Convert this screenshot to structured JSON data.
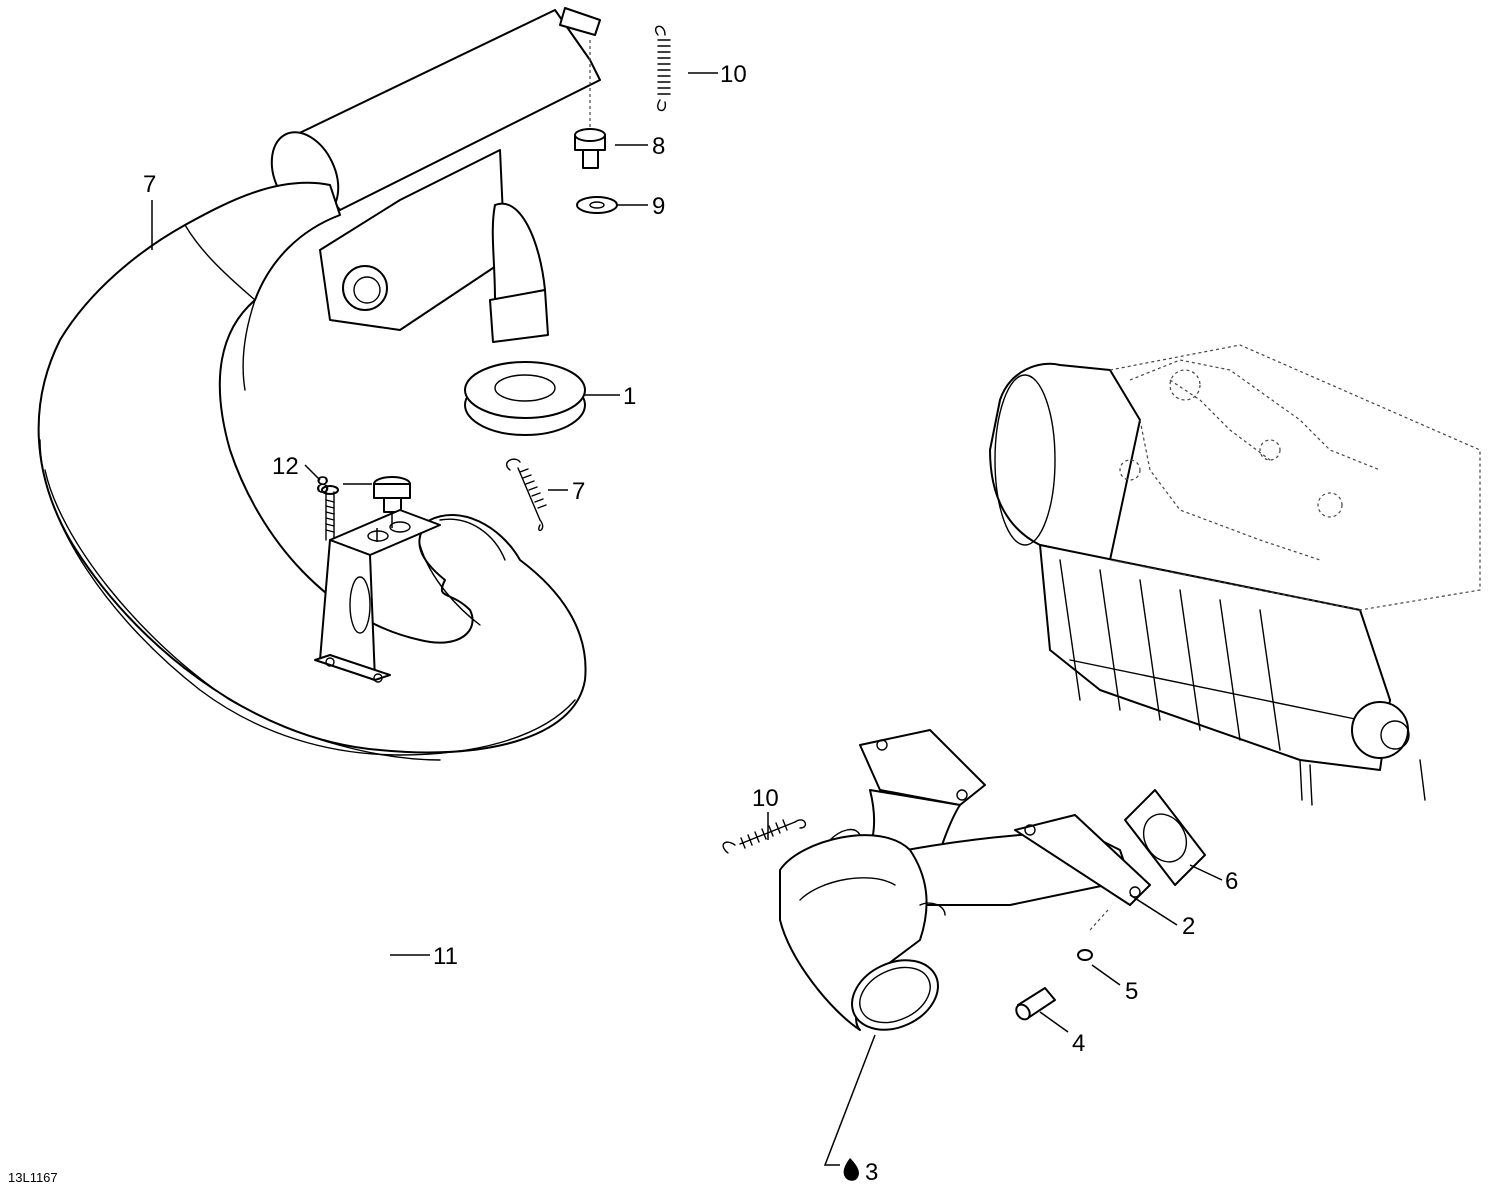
{
  "diagram": {
    "code": "13L1167",
    "callouts": [
      {
        "id": "c10a",
        "text": "10"
      },
      {
        "id": "c8a",
        "text": "8"
      },
      {
        "id": "c9",
        "text": "9"
      },
      {
        "id": "c7a",
        "text": "7"
      },
      {
        "id": "c1",
        "text": "1"
      },
      {
        "id": "c7b",
        "text": "7"
      },
      {
        "id": "c8b",
        "text": "8"
      },
      {
        "id": "c12",
        "text": "12"
      },
      {
        "id": "c11",
        "text": "11"
      },
      {
        "id": "c10b",
        "text": "10"
      },
      {
        "id": "c6",
        "text": "6"
      },
      {
        "id": "c2",
        "text": "2"
      },
      {
        "id": "c5",
        "text": "5"
      },
      {
        "id": "c4",
        "text": "4"
      },
      {
        "id": "c3",
        "text": "3"
      }
    ]
  }
}
